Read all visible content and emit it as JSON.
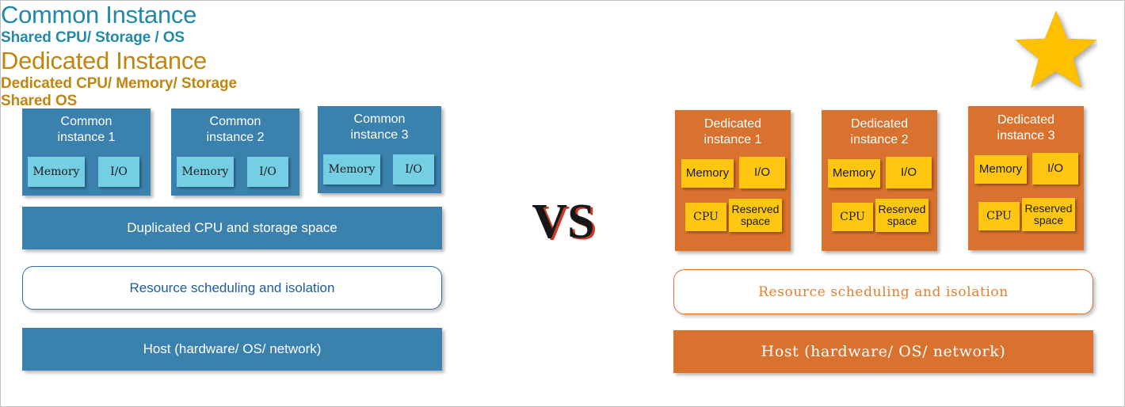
{
  "diagram": {
    "comparison_label": "VS",
    "colors": {
      "common_accent": "#2389a8",
      "common_fill": "#3b81ae",
      "common_chip": "#74cee4",
      "dedicated_accent": "#c0860f",
      "dedicated_fill": "#d9722e",
      "dedicated_chip": "#ffc711",
      "star": "#ffc000",
      "vs_shadow": "#cf3b22"
    },
    "left": {
      "title": "Common Instance",
      "subtitle_lines": [
        "Shared CPU/ Storage / OS"
      ],
      "instances": [
        {
          "name_line1": "Common",
          "name_line2": "instance 1",
          "chips": [
            "Memory",
            "I/O"
          ]
        },
        {
          "name_line1": "Common",
          "name_line2": "instance 2",
          "chips": [
            "Memory",
            "I/O"
          ]
        },
        {
          "name_line1": "Common",
          "name_line2": "instance 3",
          "chips": [
            "Memory",
            "I/O"
          ]
        }
      ],
      "bars": [
        {
          "label": "Duplicated CPU and storage space",
          "style": "solid"
        },
        {
          "label": "Resource scheduling and isolation",
          "style": "hollow"
        },
        {
          "label": "Host (hardware/ OS/ network)",
          "style": "solid"
        }
      ]
    },
    "right": {
      "title": "Dedicated Instance",
      "subtitle_lines": [
        "Dedicated CPU/ Memory/ Storage",
        "Shared OS"
      ],
      "badge_icon": "star-icon",
      "instances": [
        {
          "name_line1": "Dedicated",
          "name_line2": "instance 1",
          "chips_row1": [
            "Memory",
            "I/O"
          ],
          "chips_row2": [
            "CPU",
            "Reserved space"
          ]
        },
        {
          "name_line1": "Dedicated",
          "name_line2": "instance 2",
          "chips_row1": [
            "Memory",
            "I/O"
          ],
          "chips_row2": [
            "CPU",
            "Reserved space"
          ]
        },
        {
          "name_line1": "Dedicated",
          "name_line2": "instance 3",
          "chips_row1": [
            "Memory",
            "I/O"
          ],
          "chips_row2": [
            "CPU",
            "Reserved space"
          ]
        }
      ],
      "bars": [
        {
          "label": "Resource scheduling and isolation",
          "style": "hollow"
        },
        {
          "label": "Host (hardware/ OS/ network)",
          "style": "solid"
        }
      ]
    }
  }
}
